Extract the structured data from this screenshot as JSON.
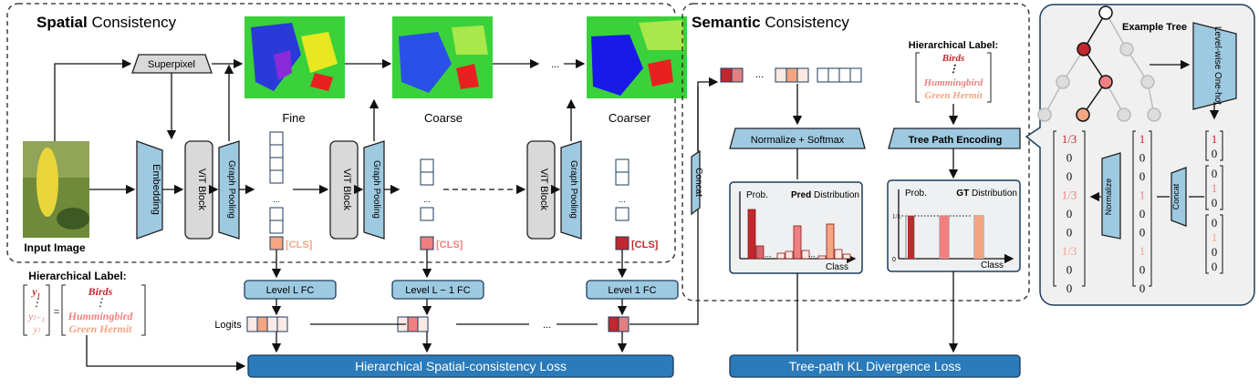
{
  "spatial": {
    "title_bold": "Spatial",
    "title_rest": " Consistency",
    "superpixel": "Superpixel",
    "embedding": "Embedding",
    "vit_block": "ViT Block",
    "graph_pooling": "Graph Pooling",
    "input_image": "Input Image",
    "scales": [
      "Fine",
      "Coarse",
      "Coarser"
    ],
    "cls": "[CLS]",
    "ellipsis": "...",
    "fc": [
      "Level L FC",
      "Level L − 1 FC",
      "Level 1 FC"
    ],
    "logits": "Logits",
    "loss": "Hierarchical Spatial-consistency Loss",
    "hier_label": {
      "title": "Hierarchical Label:",
      "vars": [
        "y₁",
        "⋮",
        "yₗ₋₁",
        "yₗ"
      ],
      "eq": "=",
      "names": [
        "Birds",
        "⋮",
        "Hummingbird",
        "Green Hermit"
      ]
    }
  },
  "semantic": {
    "title_bold": "Semantic",
    "title_rest": " Consistency",
    "concat": "Concat",
    "normalize_softmax": "Normalize + Softmax",
    "tree_path_encoding": "Tree Path Encoding",
    "hier_label_title": "Hierarchical Label:",
    "hier_label_names": [
      "Birds",
      "⋮",
      "Hummingbird",
      "Green Hermit"
    ],
    "pred": {
      "prob": "Prob.",
      "bold": "Pred",
      "rest": " Distribution",
      "xlabel": "Class"
    },
    "gt": {
      "prob": "Prob.",
      "bold": "GT",
      "rest": " Distribution",
      "xlabel": "Class",
      "ytick_top": "1/L",
      "ytick_zero": "0"
    },
    "loss": "Tree-path KL Divergence Loss"
  },
  "tree_panel": {
    "title": "Example Tree",
    "onehot": "Level-wise One-hot",
    "concat": "Concat",
    "normalize": "Normalize",
    "onehot_vectors": [
      [
        "1",
        "0"
      ],
      [
        "0",
        "1",
        "0"
      ],
      [
        "0",
        "1",
        "0",
        "0"
      ]
    ],
    "concat_vector": [
      "1",
      "0",
      "0",
      "1",
      "0",
      "0",
      "1",
      "0",
      "0"
    ],
    "normalized_vector": [
      "1/3",
      "0",
      "0",
      "1/3",
      "0",
      "0",
      "1/3",
      "0",
      "0"
    ]
  },
  "colors": {
    "level1": "#c0282d",
    "level2": "#f08080",
    "level3": "#f4a582",
    "block_fill": "#9ecae1",
    "loss_fill": "#2b7bba",
    "vit_fill": "#d9d9d9"
  }
}
